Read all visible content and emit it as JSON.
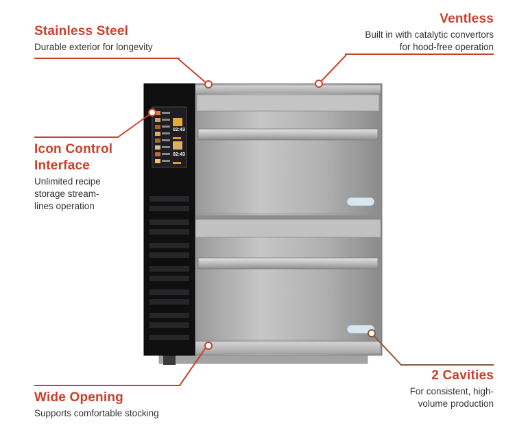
{
  "colors": {
    "accent": "#c9412a",
    "accent_brown": "#8a5a3a",
    "steel_light": "#bdbdbd",
    "steel_dark": "#8a8a8a",
    "panel": "#0f0f10"
  },
  "callouts": {
    "stainless": {
      "title": "Stainless Steel",
      "desc": "Durable exterior for longevity"
    },
    "ventless": {
      "title": "Ventless",
      "desc_line1": "Built in with catalytic convertors",
      "desc_line2": "for hood-free operation"
    },
    "icon_control": {
      "title_line1": "Icon Control",
      "title_line2": "Interface",
      "desc_line1": "Unlimited recipe",
      "desc_line2": "storage stream-",
      "desc_line3": "lines operation"
    },
    "wide_opening": {
      "title": "Wide Opening",
      "desc": "Supports comfortable stocking"
    },
    "cavities": {
      "title": "2 Cavities",
      "desc_line1": "For consistent, high-",
      "desc_line2": "volume production"
    }
  },
  "screen": {
    "timer_top": "02:43",
    "timer_bottom": "02:43"
  }
}
